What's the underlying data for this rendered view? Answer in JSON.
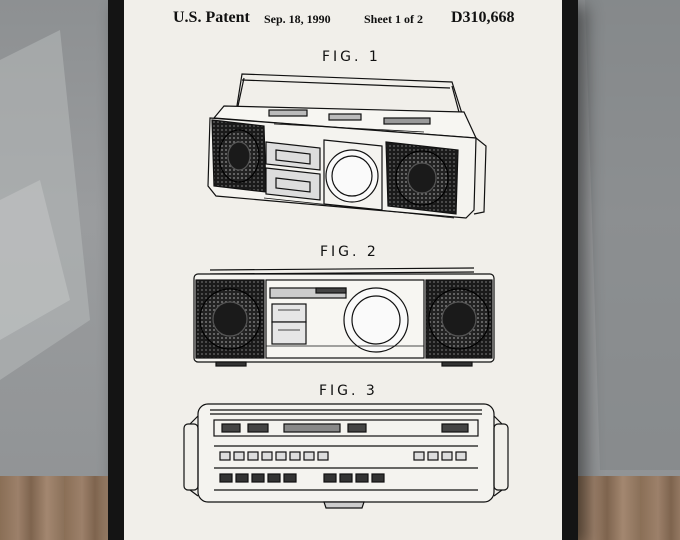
{
  "header": {
    "patent": "U.S. Patent",
    "date": "Sep. 18, 1990",
    "sheet": "Sheet 1 of 2",
    "number": "D310,668"
  },
  "figures": {
    "fig1": "FIG. 1",
    "fig2": "FIG. 2",
    "fig3": "FIG. 3"
  },
  "colors": {
    "wall": "#949698",
    "frame": "#141414",
    "paper": "#f1efea",
    "ink": "#111111",
    "floor": "#8a6f56"
  }
}
